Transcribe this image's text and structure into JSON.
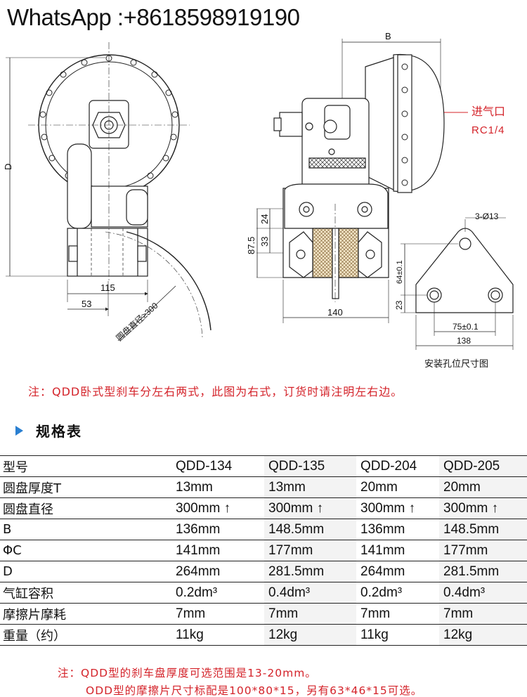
{
  "header": {
    "whatsapp": "WhatsApp :+8618598919190"
  },
  "drawing": {
    "dim_D": "D",
    "dim_115": "115",
    "dim_53": "53",
    "disc_label": "圆盘直径≥300",
    "dim_B": "B",
    "inlet_label": "进气口",
    "inlet_spec": "RC1/4",
    "dim_24": "24",
    "dim_33": "33",
    "dim_87_5": "87.5",
    "dim_140": "140",
    "dim_3_13": "3-Ø13",
    "dim_64": "64±0.1",
    "dim_23": "23",
    "dim_75": "75±0.1",
    "dim_138": "138",
    "hole_caption": "安装孔位尺寸图"
  },
  "notes": {
    "note1": "注：QDD卧式型刹车分左右两式，此图为右式，订货时请注明左右边。",
    "note2": "注：QDD型的刹车盘厚度可选范围是13-20mm。",
    "note3": "ODD型的摩擦片尺寸标配是100*80*15，另有63*46*15可选。"
  },
  "spec": {
    "heading": "规格表",
    "rows": [
      [
        "型号",
        "QDD-134",
        "QDD-135",
        "QDD-204",
        "QDD-205"
      ],
      [
        "圆盘厚度T",
        "13mm",
        "13mm",
        "20mm",
        "20mm"
      ],
      [
        "圆盘直径",
        "300mm ↑",
        "300mm ↑",
        "300mm ↑",
        "300mm ↑"
      ],
      [
        "B",
        "136mm",
        "148.5mm",
        "136mm",
        "148.5mm"
      ],
      [
        "ΦC",
        "141mm",
        "177mm",
        "141mm",
        "177mm"
      ],
      [
        "D",
        "264mm",
        "281.5mm",
        "264mm",
        "281.5mm"
      ],
      [
        "气缸容积",
        "0.2dm³",
        "0.4dm³",
        "0.2dm³",
        "0.4dm³"
      ],
      [
        "摩擦片摩耗",
        "7mm",
        "7mm",
        "7mm",
        "7mm"
      ],
      [
        "重量（约）",
        "11kg",
        "12kg",
        "11kg",
        "12kg"
      ]
    ]
  }
}
